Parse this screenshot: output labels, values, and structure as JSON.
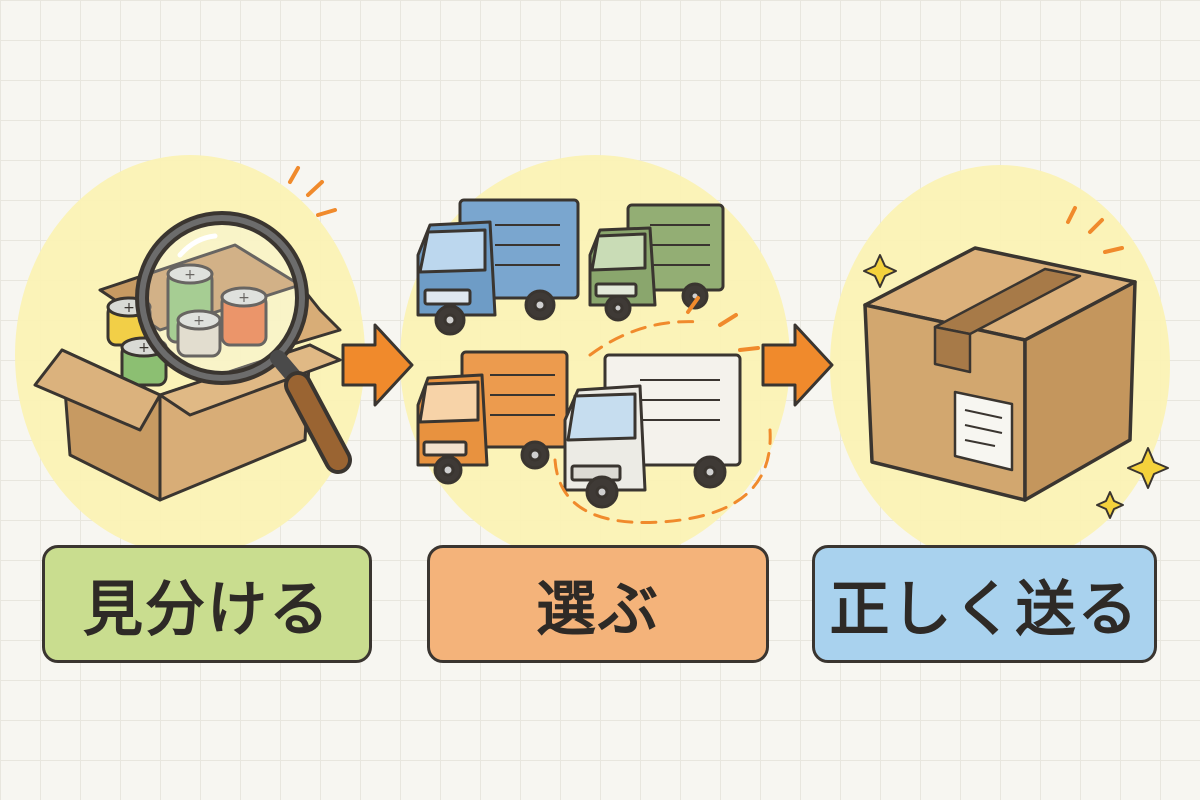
{
  "steps": [
    {
      "label": "見分ける",
      "color": "#c9dd8f"
    },
    {
      "label": "選ぶ",
      "color": "#f4b37a"
    },
    {
      "label": "正しく送る",
      "color": "#a9d2ee"
    }
  ],
  "colors": {
    "outline": "#3a3530",
    "arrow": "#f08a2c",
    "blob": "#fbf2b4",
    "cardboard": "#d2a76f",
    "truck_blue": "#7aa6cf",
    "truck_green": "#93ae74",
    "truck_orange": "#ec9b4e",
    "truck_white": "#f4f2ec"
  },
  "icons": [
    "magnifier-icon",
    "battery-icon",
    "box-icon",
    "truck-icon",
    "arrow-right-icon",
    "sparkle-icon"
  ]
}
